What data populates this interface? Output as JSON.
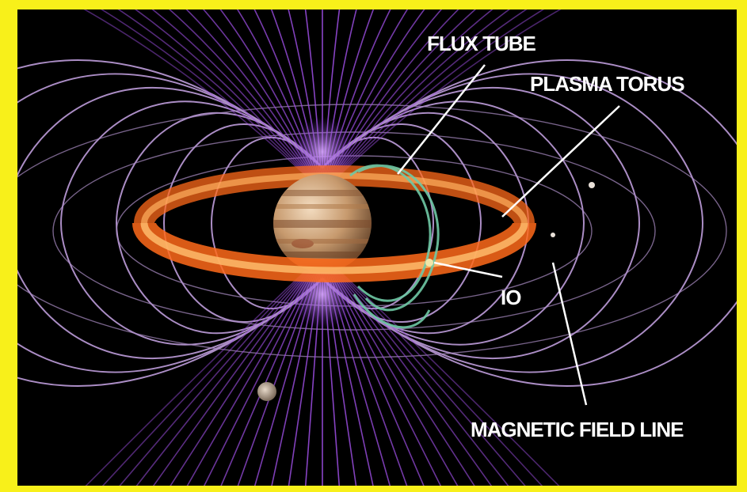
{
  "labels": {
    "flux_tube": "FLUX TUBE",
    "plasma_torus": "PLASMA TORUS",
    "io": "IO",
    "magnetic_field_line": "MAGNETIC FIELD LINE"
  },
  "colors": {
    "border": "#f8f01a",
    "background": "#000000",
    "field_lines_pole": "#9b4de0",
    "field_lines_outer": "#c9a6e8",
    "torus": "#ff6a1a",
    "flux_tube": "#6fc9a6",
    "label_text": "#ffffff"
  }
}
